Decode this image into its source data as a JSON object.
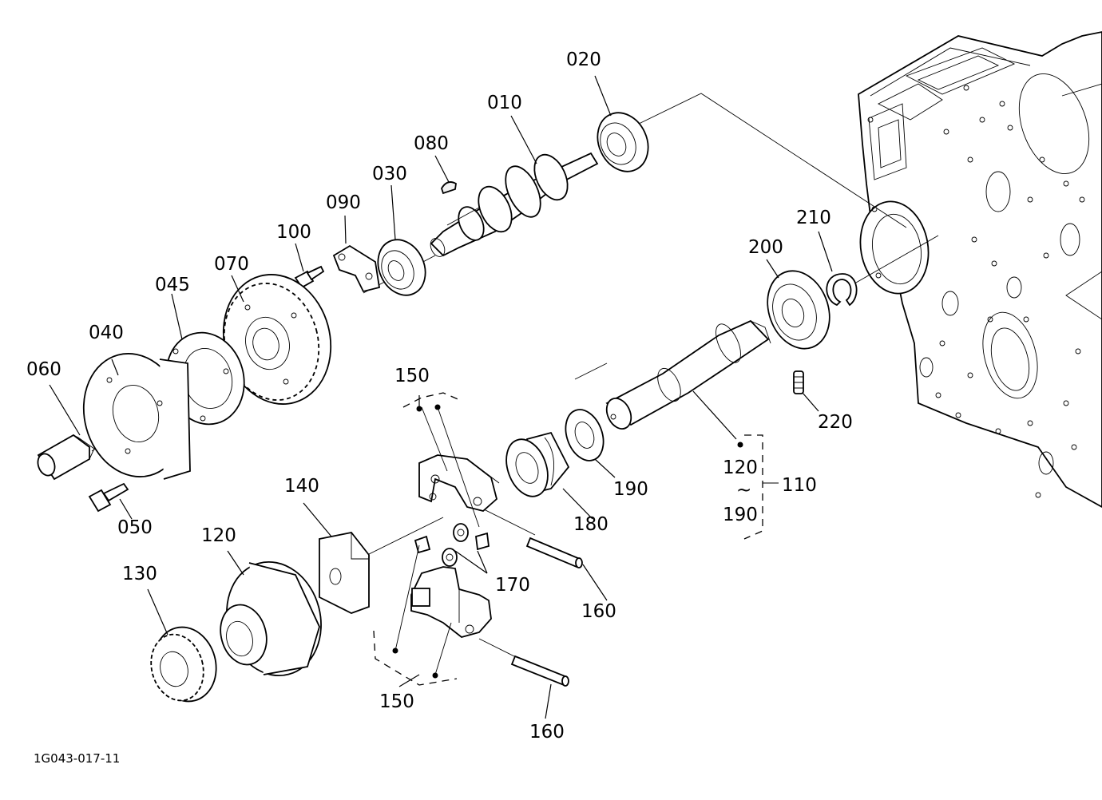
{
  "labels": {
    "p010": "010",
    "p020": "020",
    "p030": "030",
    "p040": "040",
    "p045": "045",
    "p050": "050",
    "p060": "060",
    "p070": "070",
    "p080": "080",
    "p090": "090",
    "p100": "100",
    "p110": "110",
    "p120_top": "120",
    "tilde": "~",
    "p190_range": "190",
    "p120": "120",
    "p130": "130",
    "p140": "140",
    "p150_top": "150",
    "p150_bottom": "150",
    "p160_top": "160",
    "p160_bottom": "160",
    "p170": "170",
    "p180": "180",
    "p190": "190",
    "p200": "200",
    "p210": "210",
    "p220": "220"
  },
  "drawing_code": "1G043-017-11"
}
